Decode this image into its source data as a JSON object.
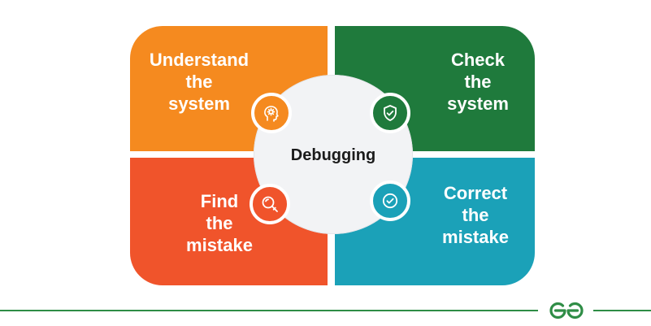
{
  "diagram": {
    "center": {
      "label": "Debugging"
    },
    "quadrants": [
      {
        "id": "top-left",
        "lines": [
          "Understand",
          "the",
          "system"
        ],
        "color": "#f58a1f",
        "icon": "brain-gear-icon"
      },
      {
        "id": "top-right",
        "lines": [
          "Check",
          "the",
          "system"
        ],
        "color": "#1f7a3c",
        "icon": "shield-check-icon"
      },
      {
        "id": "bottom-left",
        "lines": [
          "Find",
          "the",
          "mistake"
        ],
        "color": "#f0542b",
        "icon": "magnifier-icon"
      },
      {
        "id": "bottom-right",
        "lines": [
          "Correct",
          "the",
          "mistake"
        ],
        "color": "#1ba1b8",
        "icon": "check-circle-icon"
      }
    ]
  },
  "footer": {
    "logo": "geeksforgeeks-logo",
    "line_color": "#2f8d46"
  }
}
